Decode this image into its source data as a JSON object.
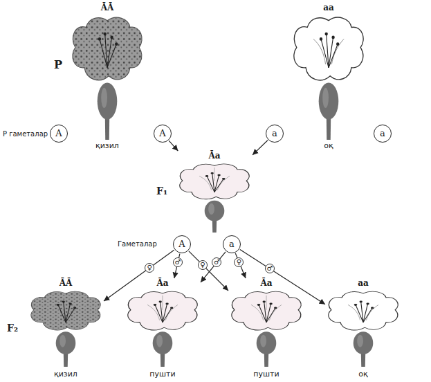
{
  "diagram": {
    "nodes": [
      {
        "text": [
          "ĀĀ",
          "қизил"
        ]
      },
      {
        "text": [
          "aa",
          "оқ"
        ]
      },
      {
        "text": [
          "A"
        ]
      },
      {
        "text": [
          "A"
        ]
      },
      {
        "text": [
          "a"
        ]
      },
      {
        "text": [
          "a"
        ]
      },
      {
        "text": [
          "Āa"
        ]
      },
      {
        "text": [
          "A"
        ]
      },
      {
        "text": [
          "a"
        ]
      },
      {
        "text": [
          "ĀĀ",
          "қизил"
        ]
      },
      {
        "text": [
          "Āa",
          "пушти"
        ]
      },
      {
        "text": [
          "Āa",
          "пушти"
        ]
      },
      {
        "text": [
          "aa",
          "оқ"
        ]
      }
    ],
    "edges": [
      {
        "from": 3,
        "to": 6,
        "arrow": "to"
      },
      {
        "from": 4,
        "to": 6,
        "arrow": "to"
      },
      {
        "from": 7,
        "to": 9,
        "arrow": "to"
      },
      {
        "from": 7,
        "to": 10,
        "arrow": "to"
      },
      {
        "from": 7,
        "to": 11,
        "arrow": "to"
      },
      {
        "from": 8,
        "to": 10,
        "arrow": "to"
      },
      {
        "from": 8,
        "to": 11,
        "arrow": "to"
      },
      {
        "from": 8,
        "to": 12,
        "arrow": "to"
      }
    ],
    "labels": [
      "P",
      "P гаметалар",
      "F₁",
      "Гаметалар",
      "F₂",
      "♀",
      "♂",
      "♀",
      "♂",
      "♀",
      "♂"
    ]
  }
}
